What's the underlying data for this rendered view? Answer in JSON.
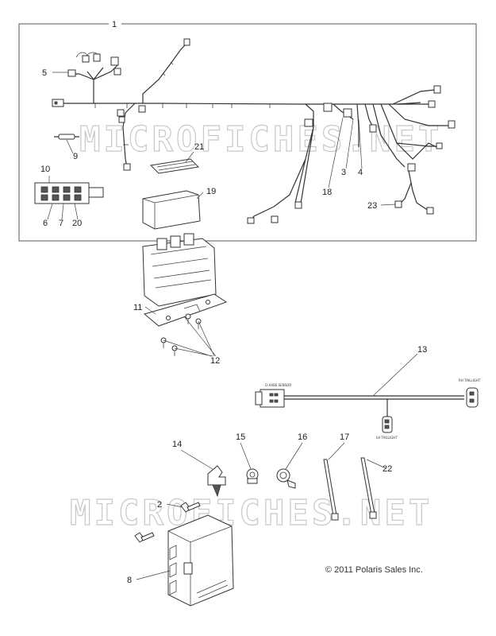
{
  "watermark": "MICROFICHES.NET",
  "copyright": "© 2011 Polaris Sales Inc.",
  "callouts": [
    "1",
    "2",
    "3",
    "4",
    "5",
    "6",
    "7",
    "8",
    "9",
    "10",
    "11",
    "12",
    "13",
    "14",
    "15",
    "16",
    "17",
    "18",
    "19",
    "20",
    "21",
    "22",
    "23"
  ],
  "harness_labels": {
    "left_connector": "O-AXBS SENSOR",
    "right_connector": "RH TAILLIGHT",
    "mid_connector": "LH TAILLIGHT"
  },
  "colors": {
    "line": "#333333",
    "watermark": "#c8c8c8",
    "frame": "#555555"
  }
}
